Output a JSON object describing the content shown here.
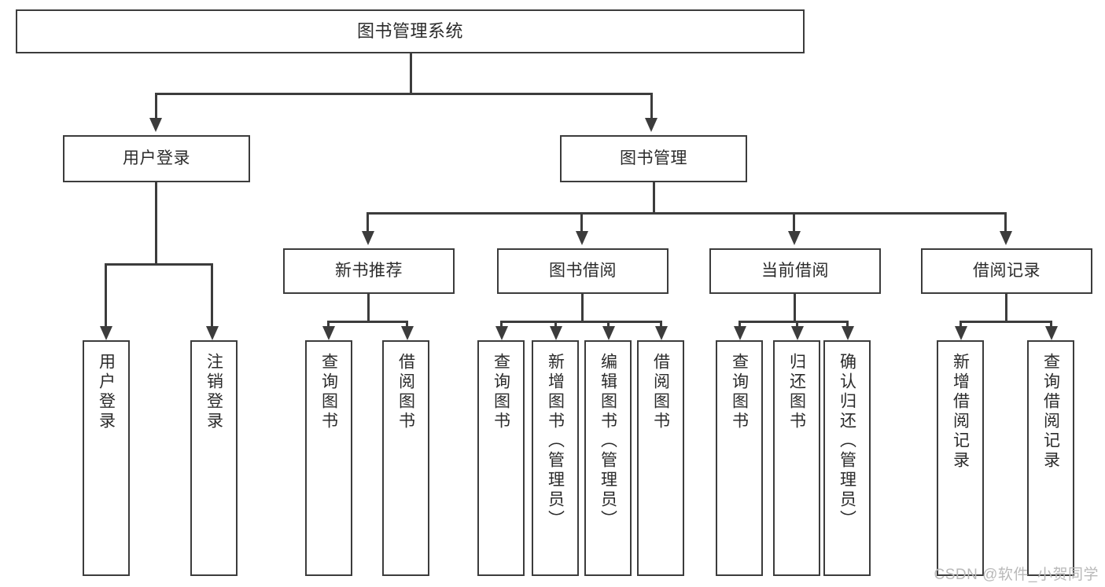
{
  "diagram": {
    "title": "图书管理系统",
    "watermark": "CSDN @软件_小贺同学",
    "type": "tree",
    "accent_color": "#3c3c3c",
    "text_color": "#2b2b2b",
    "background_color": "#ffffff",
    "watermark_color": "#b9b9b9"
  },
  "nodes": {
    "root": {
      "label": "图书管理系统"
    },
    "level1": [
      {
        "label": "用户登录"
      },
      {
        "label": "图书管理"
      }
    ],
    "level2": [
      {
        "label": "新书推荐"
      },
      {
        "label": "图书借阅"
      },
      {
        "label": "当前借阅"
      },
      {
        "label": "借阅记录"
      }
    ],
    "leaves": {
      "user_login": [
        {
          "label": "用户登录"
        },
        {
          "label": "注销登录"
        }
      ],
      "new_book": [
        {
          "label": "查询图书"
        },
        {
          "label": "借阅图书"
        }
      ],
      "book_borrow": [
        {
          "label": "查询图书"
        },
        {
          "label": "新增图书（管理员）"
        },
        {
          "label": "编辑图书（管理员）"
        },
        {
          "label": "借阅图书"
        }
      ],
      "current_borrow": [
        {
          "label": "查询图书"
        },
        {
          "label": "归还图书"
        },
        {
          "label": "确认归还（管理员）"
        }
      ],
      "borrow_record": [
        {
          "label": "新增借阅记录"
        },
        {
          "label": "查询借阅记录"
        }
      ]
    }
  }
}
